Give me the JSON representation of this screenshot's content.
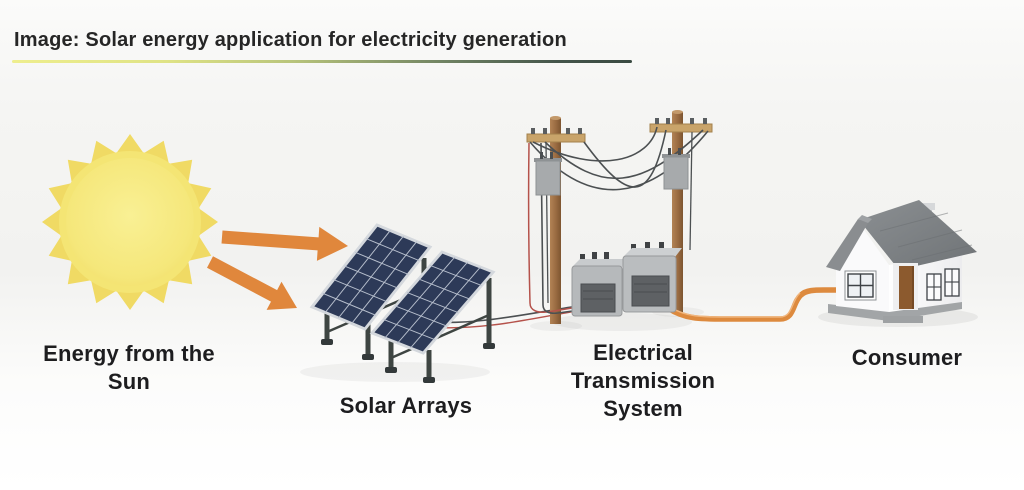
{
  "header": {
    "title": "Image: Solar energy application for electricity generation"
  },
  "diagram": {
    "stages": [
      {
        "id": "energy-from-sun",
        "label": "Energy from the\nSun"
      },
      {
        "id": "solar-arrays",
        "label": "Solar Arrays"
      },
      {
        "id": "electrical-transmission-system",
        "label": "Electrical\nTransmission\nSystem"
      },
      {
        "id": "consumer",
        "label": "Consumer"
      }
    ],
    "icons": [
      "sun-icon",
      "flow-arrow-icon",
      "solar-array-icon",
      "utility-pole-icon",
      "power-line-icon",
      "transformer-icon",
      "power-cable-icon",
      "house-icon"
    ]
  },
  "colors": {
    "sun_rays": "#f0da64",
    "sun_disc": "#f4e574",
    "sun_core": "#f8ef8d",
    "arrow": "#e0873c",
    "panel": "#2d3a58",
    "panel_grid": "#b7bfcd",
    "pole": "#a1744a",
    "crossarm": "#c9a46a",
    "wire": "#4c5052",
    "wire_red": "#b5524b",
    "transformer_body": "#b6b9bb",
    "transformer_vent": "#5e6164",
    "cable": "#dd8a3e",
    "roof": "#7e8285",
    "wall": "#f9f9fa",
    "door": "#8c5a2e",
    "underline_start": "#eeee8e",
    "underline_end": "#3a4a42",
    "label_text": "#1d1d1f"
  }
}
